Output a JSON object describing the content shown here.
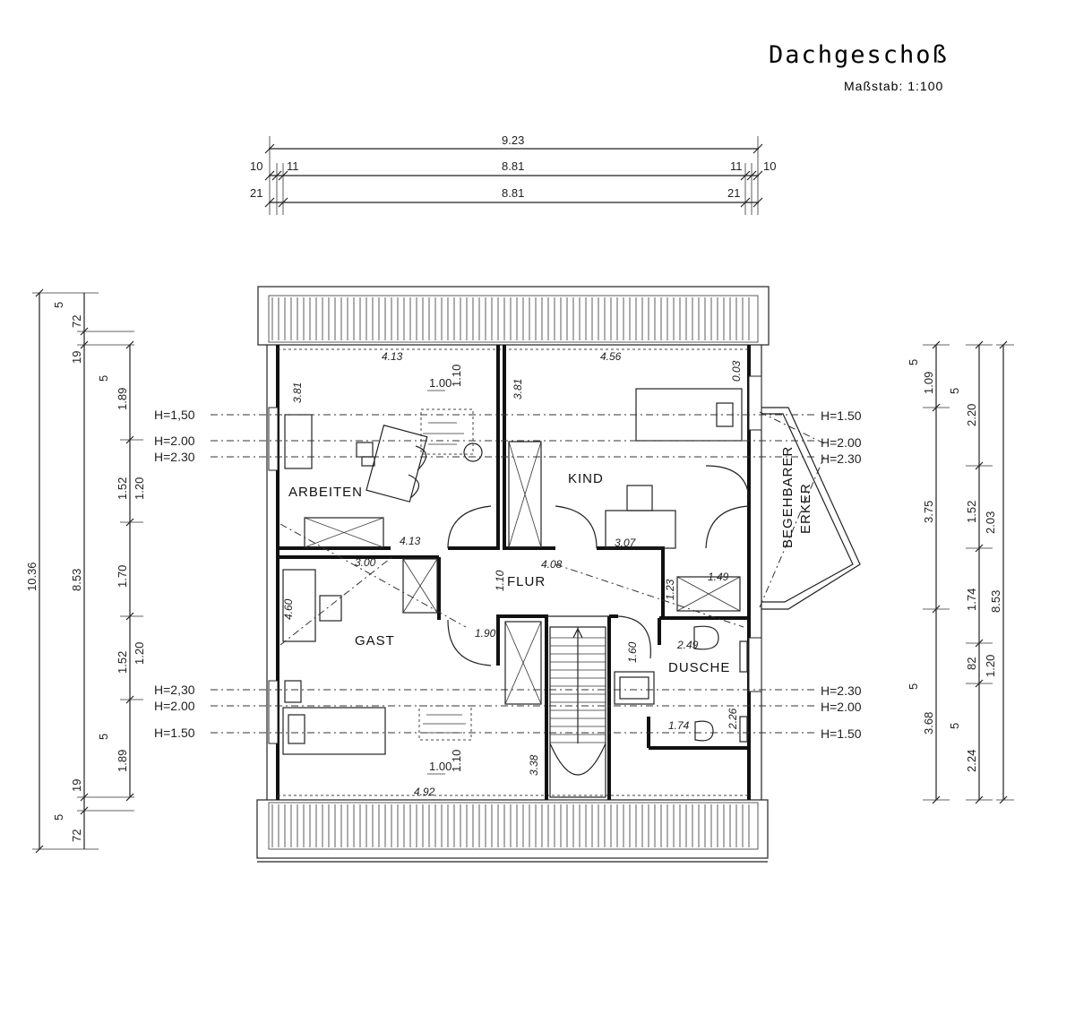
{
  "header": {
    "title": "Dachgeschoß",
    "scale": "Maßstab: 1:100"
  },
  "top_dims": {
    "row1": {
      "total": "9.23"
    },
    "row2": {
      "left_outer": "10",
      "left_inner": "11",
      "middle": "8.81",
      "right_inner": "11",
      "right_outer": "10"
    },
    "row3": {
      "left": "21",
      "middle": "8.81",
      "right": "21"
    }
  },
  "left_dims": {
    "overall": "10.36",
    "col2": {
      "top_a": "5",
      "top_b": "72",
      "top_c": "19",
      "middle": "8.53",
      "bottom_c": "19",
      "bottom_b": "72",
      "bottom_a": "5"
    },
    "col3": {
      "top_a": "5",
      "seg1": "1.89",
      "seg2": "1.52",
      "seg3": "1.70",
      "seg4": "1.52",
      "seg5": "1.89",
      "bottom_a": "5"
    },
    "col4": {
      "upper": "1.20",
      "lower": "1.20"
    }
  },
  "right_dims": {
    "col1": {
      "top_a": "5",
      "seg1": "1.09",
      "seg2": "3.75",
      "bottom_a": "5",
      "seg3": "3.68"
    },
    "col2": {
      "top_a": "5",
      "seg1": "2.20",
      "seg2": "1.52",
      "seg3": "1.74",
      "seg4": "82",
      "bottom_a": "5",
      "seg5": "2.24"
    },
    "col3": {
      "seg1": "2.03",
      "seg2": "8.53",
      "seg3": "1.20"
    }
  },
  "heights": {
    "h150": "H=1,50",
    "h200": "H=2.00",
    "h230": "H=2.30",
    "r150": "H=1.50",
    "r200": "H=2.00",
    "r230": "H=2.30",
    "b230": "H=2,30",
    "b200": "H=2.00",
    "b150": "H=1.50"
  },
  "rooms": {
    "arbeiten": "ARBEITEN",
    "kind": "KIND",
    "flur": "FLUR",
    "gast": "GAST",
    "dusche": "DUSCHE",
    "erker_line1": "BEGEHBARER",
    "erker_line2": "ERKER"
  },
  "room_dims": {
    "arbeiten_top": "4.13",
    "arbeiten_side": "3.81",
    "arbeiten_bottom": "4.13",
    "kind_top": "4.56",
    "kind_side": "3.81",
    "kind_corner": "0.03",
    "kind_bottom": "3.07",
    "flur_width": "4.08",
    "flur_side": "1.10",
    "flur_lower": "1.90",
    "gast_top": "3.00",
    "gast_side": "4.60",
    "gast_bottom": "4.92",
    "dusche_top": "1.49",
    "dusche_side": "1.23",
    "dusche_mid": "2.49",
    "dusche_low": "1.74",
    "dusche_right": "2.26",
    "stair_side": "3.38",
    "wc_side": "1.60",
    "window_w_top": "1.00",
    "window_h_top": "1.10",
    "window_w_bottom": "1.00",
    "window_h_bottom": "1.10"
  }
}
